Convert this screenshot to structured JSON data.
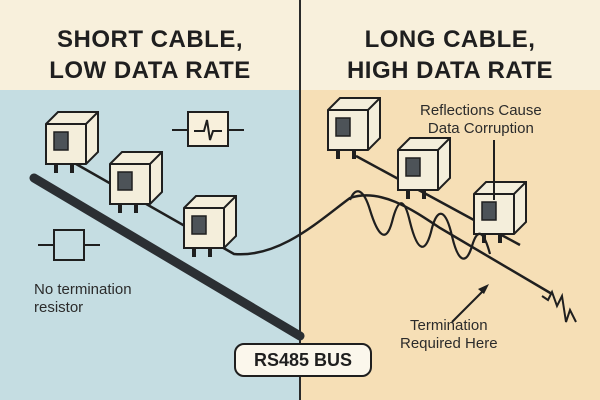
{
  "left": {
    "title_line1": "SHORT CABLE,",
    "title_line2": "LOW DATA RATE",
    "note_line1": "No termination",
    "note_line2": "resistor"
  },
  "right": {
    "title_line1": "LONG CABLE,",
    "title_line2": "HIGH DATA RATE",
    "reflection_line1": "Reflections Cause",
    "reflection_line2": "Data Corruption",
    "termination_line1": "Termination",
    "termination_line2": "Required Here"
  },
  "bus_label": "RS485 BUS",
  "colors": {
    "header_bg": "#f8f0dc",
    "left_bg": "#c5dde2",
    "right_bg": "#f6dfb6",
    "device_fill": "#f4eedb",
    "ink": "#1f1f1f"
  },
  "icons": [
    "node-device-icon",
    "pulse-waveform-icon",
    "resistor-symbol-icon",
    "reflection-wave-icon",
    "resistor-zigzag-icon"
  ]
}
